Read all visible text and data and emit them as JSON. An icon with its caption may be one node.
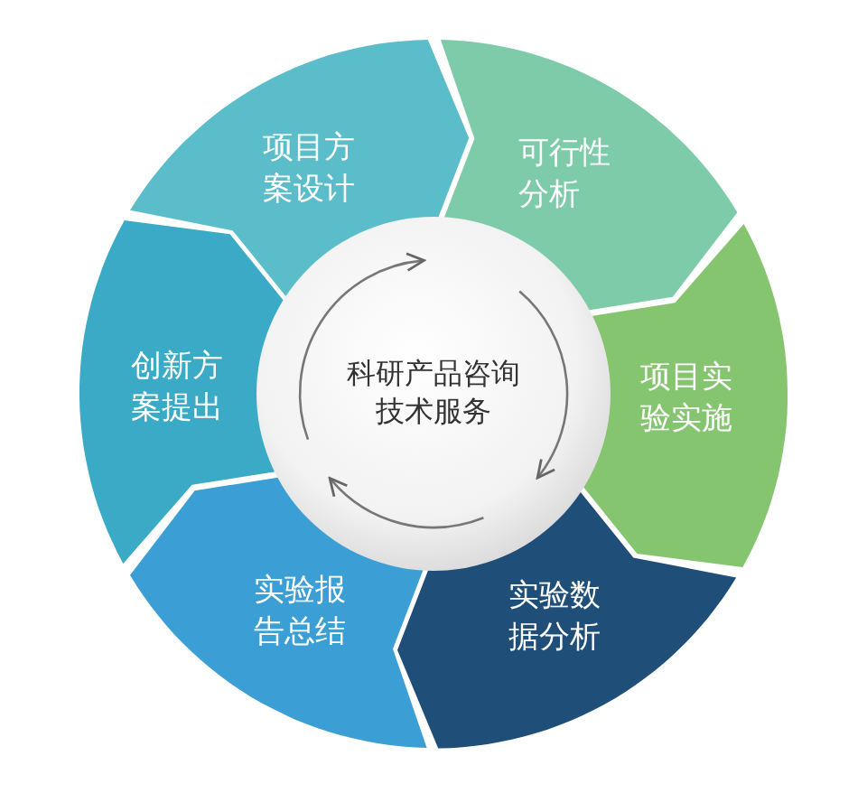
{
  "diagram": {
    "nodes": [
      {
        "text": [
          "项目方案设计"
        ]
      },
      {
        "text": [
          "可行性分析"
        ]
      },
      {
        "text": [
          "项目实验实施"
        ]
      },
      {
        "text": [
          "实验数据分析"
        ]
      },
      {
        "text": [
          "实验报告总结"
        ]
      },
      {
        "text": [
          "创新方案提出"
        ]
      },
      {
        "text": [
          "科研产品咨询技术服务"
        ]
      }
    ]
  }
}
